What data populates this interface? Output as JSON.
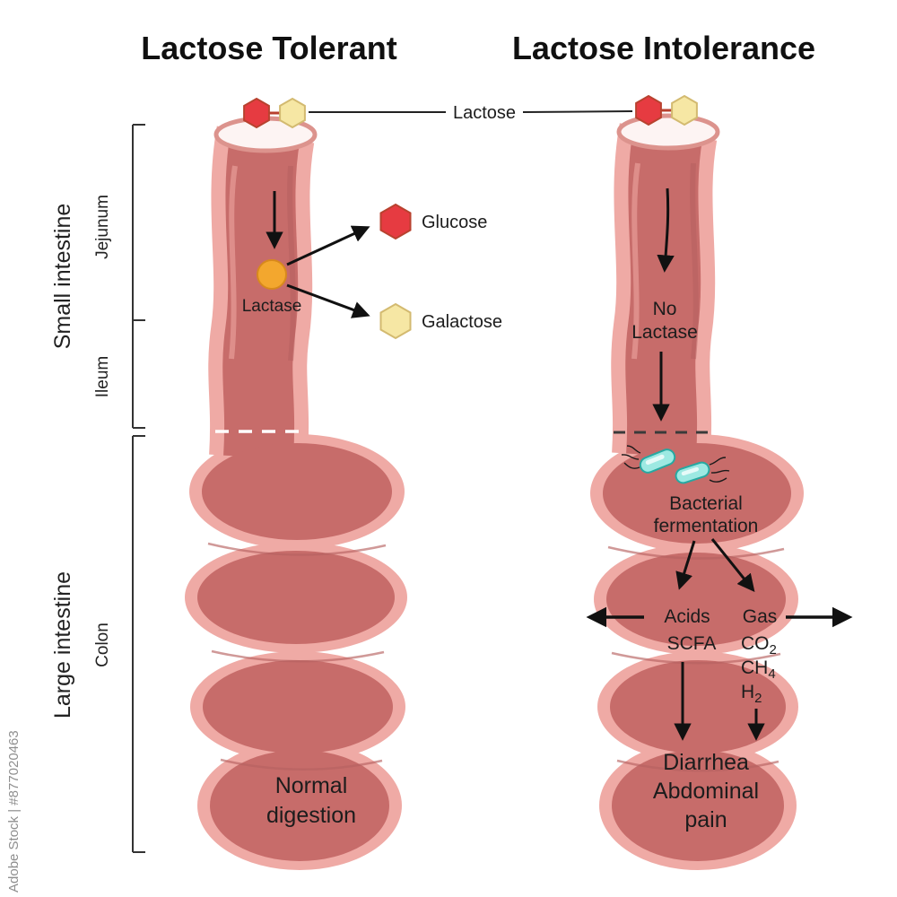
{
  "watermark": "Adobe Stock | #877020463",
  "titles": {
    "left": "Lactose Tolerant",
    "right": "Lactose Intolerance"
  },
  "anatomy": {
    "small_intestine": "Small intestine",
    "jejunum": "Jejunum",
    "ileum": "Ileum",
    "large_intestine": "Large intestine",
    "colon": "Colon"
  },
  "shared": {
    "lactose": "Lactose"
  },
  "left": {
    "lactase": "Lactase",
    "glucose": "Glucose",
    "galactose": "Galactose",
    "outcome": [
      "Normal",
      "digestion"
    ]
  },
  "right": {
    "no_lactase": [
      "No",
      "Lactase"
    ],
    "fermentation": [
      "Bacterial",
      "fermentation"
    ],
    "acids": "Acids",
    "gas": "Gas",
    "scfa": "SCFA",
    "gases": {
      "co2": {
        "base": "CO",
        "sub": "2"
      },
      "ch4": {
        "base": "CH",
        "sub": "4"
      },
      "h2": {
        "base": "H",
        "sub": "2"
      }
    },
    "outcome": [
      "Diarrhea",
      "Abdominal",
      "pain"
    ]
  },
  "colors": {
    "glucose_red": "#e63b41",
    "galactose_yellow": "#f6e7a4",
    "lactase_orange": "#f3a72e",
    "bacteria_teal": "#9de9e2",
    "intestine_outer": "#efaaa5",
    "intestine_inner": "#c76c6a"
  }
}
